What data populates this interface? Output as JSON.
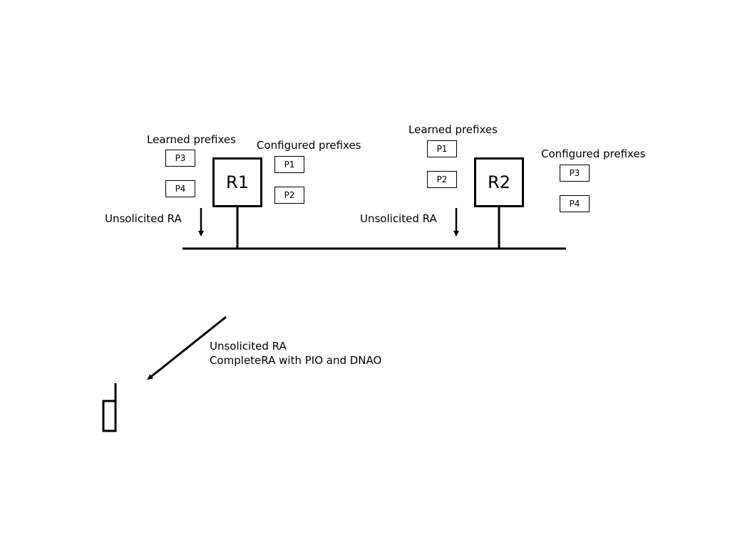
{
  "r1": {
    "name": "R1",
    "learned_label": "Learned prefixes",
    "learned": [
      "P3",
      "P4"
    ],
    "configured_label": "Configured prefixes",
    "configured": [
      "P1",
      "P2"
    ],
    "ra_label": "Unsolicited RA"
  },
  "r2": {
    "name": "R2",
    "learned_label": "Learned prefixes",
    "learned": [
      "P1",
      "P2"
    ],
    "configured_label": "Configured prefixes",
    "configured": [
      "P3",
      "P4"
    ],
    "ra_label": "Unsolicited RA"
  },
  "host_message": {
    "line1": "Unsolicited RA",
    "line2": "CompleteRA with PIO and DNAO"
  }
}
